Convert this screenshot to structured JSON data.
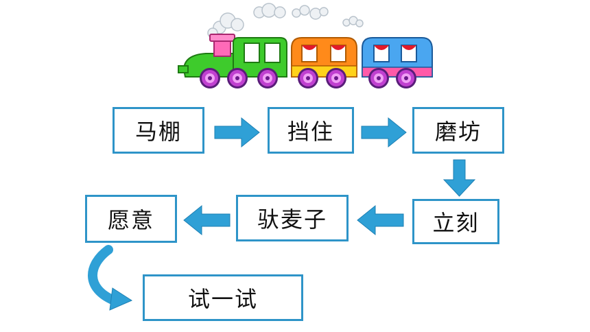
{
  "nodes": [
    {
      "id": "n1",
      "label": "马棚"
    },
    {
      "id": "n2",
      "label": "挡住"
    },
    {
      "id": "n3",
      "label": "磨坊"
    },
    {
      "id": "n4",
      "label": "立刻"
    },
    {
      "id": "n5",
      "label": "驮麦子"
    },
    {
      "id": "n6",
      "label": "愿意"
    },
    {
      "id": "n7",
      "label": "试一试"
    }
  ],
  "edges": [
    {
      "from": "n1",
      "to": "n2"
    },
    {
      "from": "n2",
      "to": "n3"
    },
    {
      "from": "n3",
      "to": "n4"
    },
    {
      "from": "n4",
      "to": "n5"
    },
    {
      "from": "n5",
      "to": "n6"
    },
    {
      "from": "n6",
      "to": "n7"
    }
  ],
  "colors": {
    "box_border": "#2e94c8",
    "arrow": "#2fa0d6",
    "train_engine": "#3ecb2c",
    "train_car1": "#ff8a1a",
    "train_car2": "#4aa6f0",
    "wheels": "#9b2db8"
  },
  "illustration": {
    "icon": "cartoon-train-icon"
  }
}
